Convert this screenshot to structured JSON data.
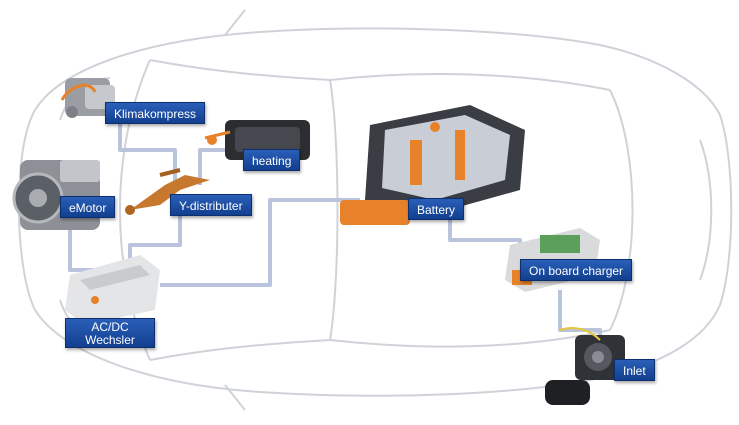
{
  "components": {
    "klimakompress": "Klimakompress",
    "heating": "heating",
    "emotor": "eMotor",
    "y_distributer": "Y-distributer",
    "battery": "Battery",
    "on_board_charger": "On board charger",
    "acdc_line1": "AC/DC",
    "acdc_line2": "Wechsler",
    "inlet": "Inlet"
  },
  "colors": {
    "car_outline": "#cfd3d9",
    "cable": "#b9c4dc",
    "label_bg": "#1a4aa0",
    "label_text": "#ffffff",
    "orange": "#e8822a"
  }
}
